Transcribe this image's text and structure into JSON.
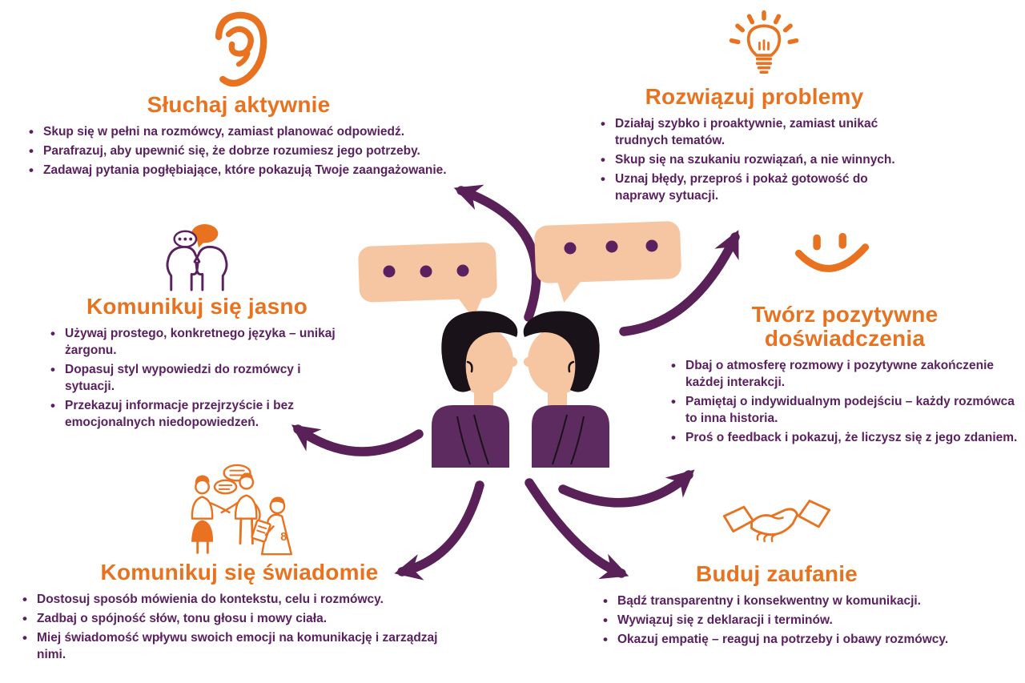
{
  "palette": {
    "orange": "#E8721F",
    "text_purple": "#5B2060",
    "arrow_purple": "#5A2158",
    "sweater_purple": "#5D2B5F",
    "skin_peach": "#F6C5A1",
    "hair_black": "#191219",
    "background": "#FFFFFF"
  },
  "decor": {
    "people_icon_number": "8"
  },
  "sections": [
    {
      "id": "sluchaj-aktywnie",
      "icon": "ear-icon",
      "title": "Słuchaj aktywnie",
      "bullets": [
        "Skup się w pełni na rozmówcy, zamiast planować odpowiedź.",
        "Parafrazuj, aby upewnić się, że dobrze rozumiesz jego potrzeby.",
        "Zadawaj pytania pogłębiające, które pokazują Twoje zaangażowanie."
      ]
    },
    {
      "id": "rozwiazuj-problemy",
      "icon": "lightbulb-icon",
      "title": "Rozwiązuj problemy",
      "bullets": [
        "Działaj szybko i proaktywnie, zamiast unikać trudnych tematów.",
        "Skup się na szukaniu rozwiązań, a nie winnych.",
        "Uznaj błędy, przeproś i pokaż gotowość do naprawy sytuacji."
      ]
    },
    {
      "id": "komunikuj-sie-jasno",
      "icon": "talking-heads-icon",
      "title": "Komunikuj się jasno",
      "bullets": [
        "Używaj prostego, konkretnego języka – unikaj żargonu.",
        "Dopasuj styl wypowiedzi do rozmówcy i sytuacji.",
        "Przekazuj informacje przejrzyście i bez emocjonalnych niedopowiedzeń."
      ]
    },
    {
      "id": "tworz-pozytywne-doswiadczenia",
      "icon": "smiley-icon",
      "title": "Twórz pozytywne doświadczenia",
      "bullets": [
        "Dbaj o atmosferę rozmowy i pozytywne zakończenie każdej interakcji.",
        "Pamiętaj o indywidualnym podejściu – każdy rozmówca to inna historia.",
        "Proś o feedback i pokazuj, że liczysz się z jego zdaniem."
      ]
    },
    {
      "id": "komunikuj-sie-swiadomie",
      "icon": "people-conversation-icon",
      "title": "Komunikuj się świadomie",
      "bullets": [
        "Dostosuj sposób mówienia do kontekstu, celu i rozmówcy.",
        "Zadbaj o spójność słów, tonu głosu i mowy ciała.",
        "Miej świadomość wpływu swoich emocji na komunikację i zarządzaj nimi."
      ]
    },
    {
      "id": "buduj-zaufanie",
      "icon": "handshake-icon",
      "title": "Buduj zaufanie",
      "bullets": [
        "Bądź transparentny i konsekwentny w komunikacji.",
        "Wywiązuj się z deklaracji i terminów.",
        "Okazuj empatię – reaguj na potrzeby i obawy rozmówcy."
      ]
    }
  ]
}
